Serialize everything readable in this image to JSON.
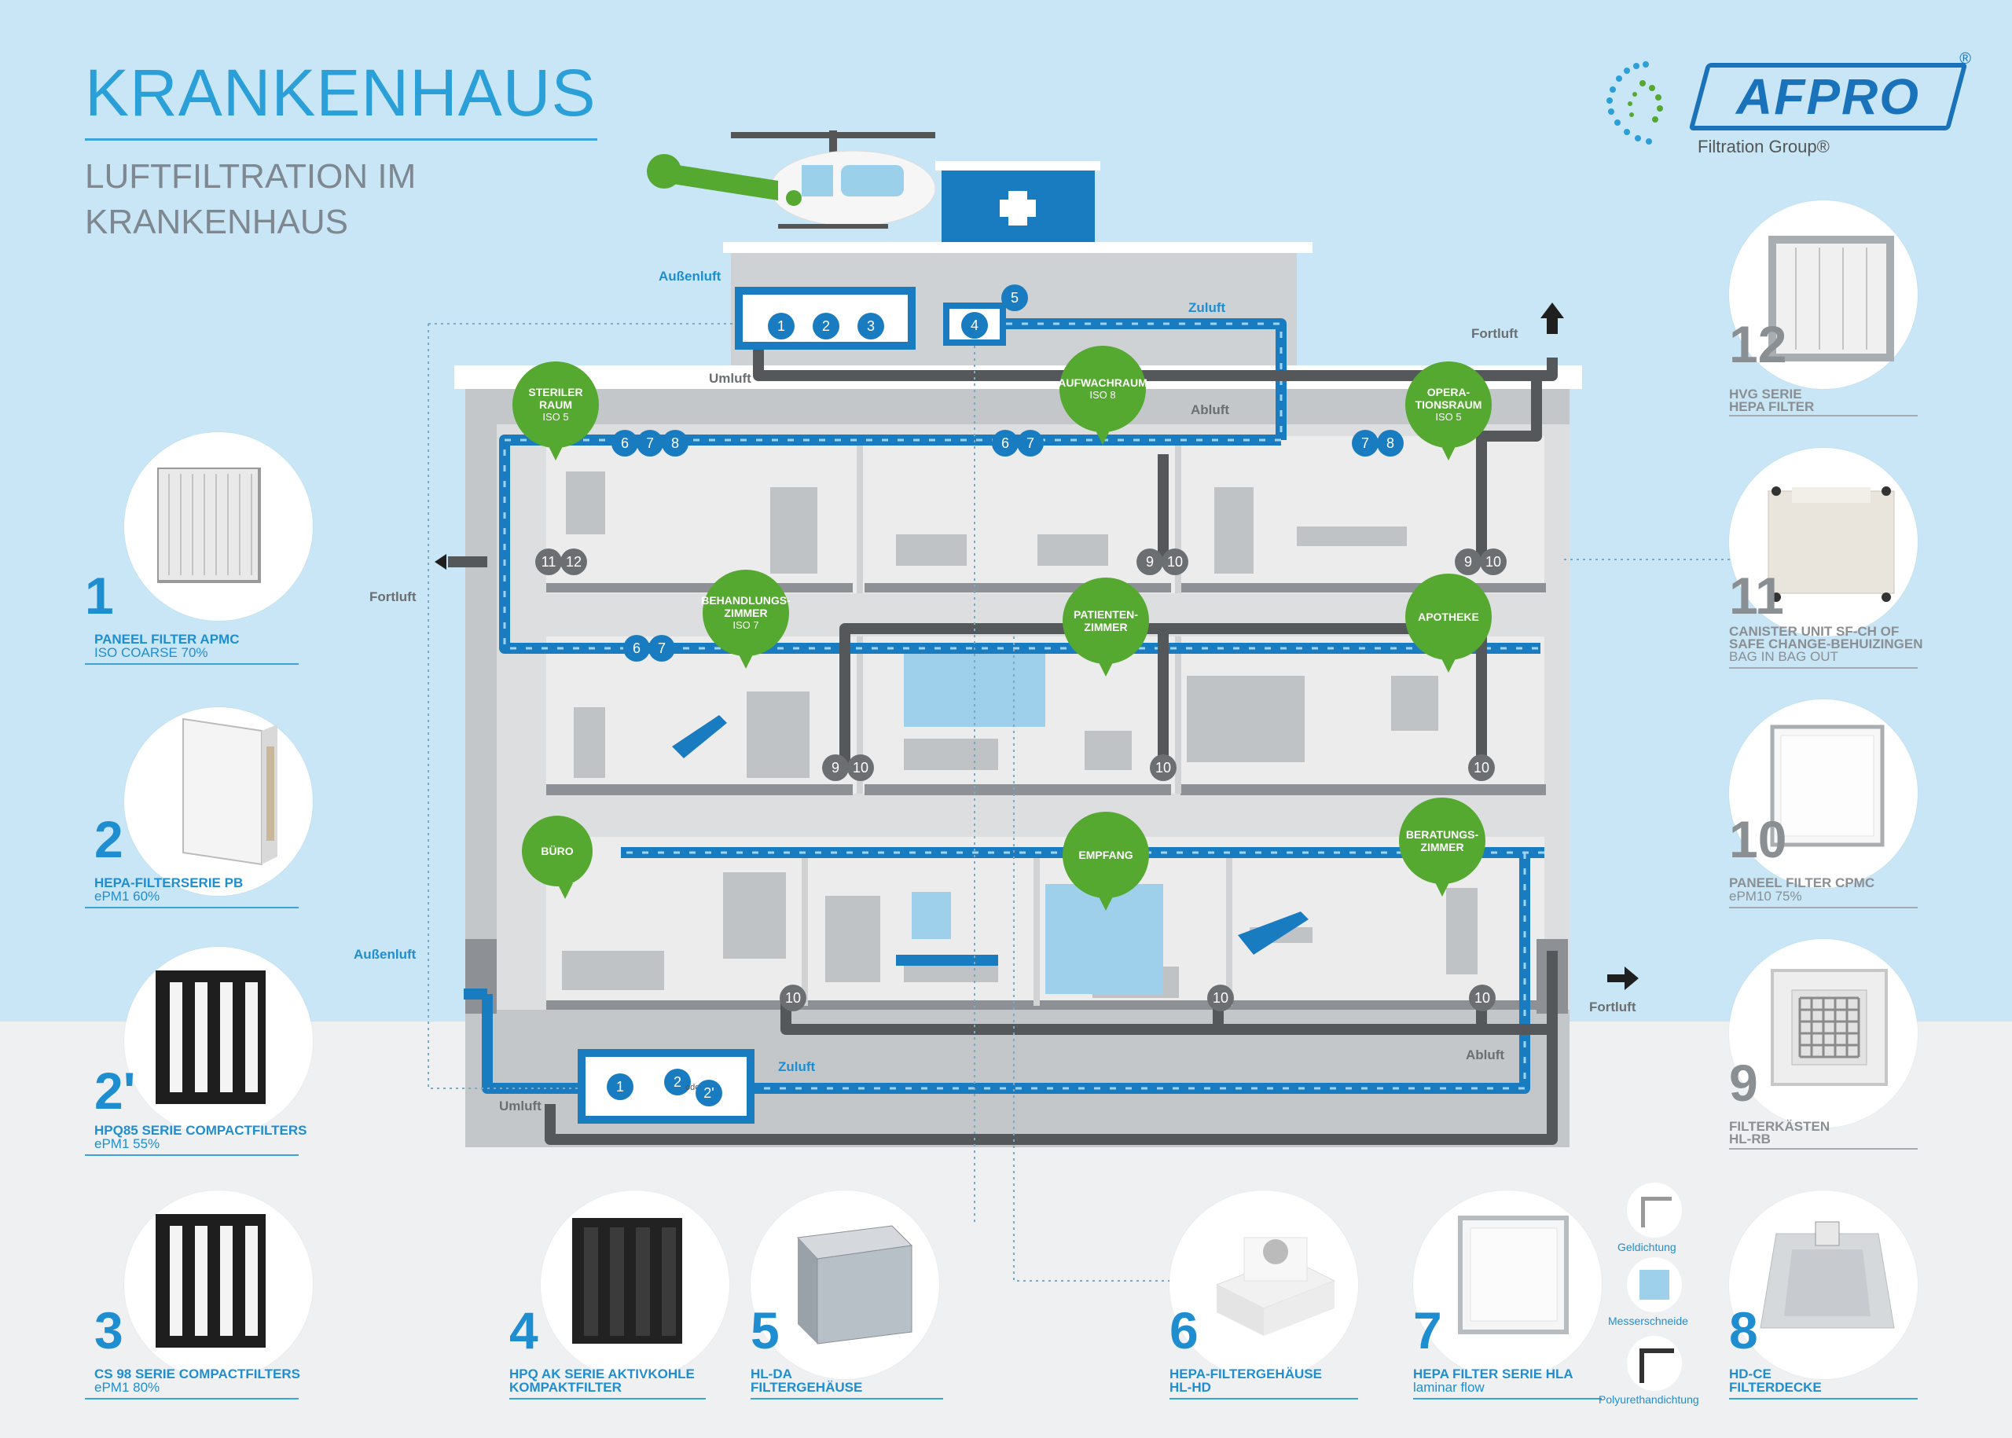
{
  "header": {
    "title": "KRANKENHAUS",
    "subtitle": "LUFTFILTRATION IM KRANKENHAUS"
  },
  "brand": {
    "logo_text": "AFPRO",
    "tagline": "Filtration Group®",
    "registered": "®"
  },
  "colors": {
    "sky": "#c8e6f5",
    "ground": "#eef0f2",
    "primary_blue": "#1f8ed0",
    "green": "#55a830",
    "duct_grey": "#55585b",
    "building_grey": "#c8cbce"
  },
  "flow_labels": {
    "aussenluft_top": "Außenluft",
    "zuluft_top": "Zuluft",
    "umluft_top": "Umluft",
    "abluft_top": "Abluft",
    "fortluft_right_top": "Fortluft",
    "fortluft_left": "Fortluft",
    "aussenluft_bottom": "Außenluft",
    "zuluft_bottom": "Zuluft",
    "umluft_bottom": "Umluft",
    "abluft_bottom": "Abluft",
    "fortluft_right_bottom": "Fortluft",
    "oder": "oder"
  },
  "rooms": [
    {
      "name": "STERILER RAUM",
      "iso": "ISO 5"
    },
    {
      "name": "AUFWACHRAUM",
      "iso": "ISO 8"
    },
    {
      "name": "OPERA-TIONSRAUM",
      "iso": "ISO 5"
    },
    {
      "name": "BEHANDLUNGS-ZIMMER",
      "iso": "ISO 7"
    },
    {
      "name": "PATIENTEN-ZIMMER",
      "iso": ""
    },
    {
      "name": "APOTHEKE",
      "iso": ""
    },
    {
      "name": "BÜRO",
      "iso": ""
    },
    {
      "name": "EMPFANG",
      "iso": ""
    },
    {
      "name": "BERATUNGS-ZIMMER",
      "iso": ""
    }
  ],
  "badges": {
    "ahu_top": [
      "1",
      "2",
      "3"
    ],
    "ahu_top_extra": [
      "4",
      "5"
    ],
    "ahu_bottom": [
      "1",
      "2",
      "2'"
    ],
    "floor3_a": [
      "6",
      "7",
      "8"
    ],
    "floor3_b": [
      "6",
      "7"
    ],
    "floor3_c": [
      "7",
      "8"
    ],
    "floor3_exhaust_a": [
      "11",
      "12"
    ],
    "floor3_exhaust_b": [
      "9",
      "10"
    ],
    "floor3_exhaust_c": [
      "9",
      "10"
    ],
    "floor2_a": [
      "6",
      "7"
    ],
    "floor2_exhaust_a": [
      "9",
      "10"
    ],
    "floor2_exhaust_b": [
      "10"
    ],
    "floor2_exhaust_c": [
      "10"
    ],
    "floor1_exhaust": [
      "10",
      "10",
      "10"
    ]
  },
  "products_left": [
    {
      "number": "1",
      "name": "PANEEL FILTER APMC",
      "spec": "ISO COARSE 70%"
    },
    {
      "number": "2",
      "name": "HEPA-FILTERSERIE PB",
      "spec": "ePM1 60%"
    },
    {
      "number": "2'",
      "name": "HPQ85 SERIE COMPACTFILTERS",
      "spec": "ePM1 55%"
    },
    {
      "number": "3",
      "name": "CS 98 SERIE COMPACTFILTERS",
      "spec": "ePM1 80%"
    }
  ],
  "products_bottom": [
    {
      "number": "4",
      "name": "HPQ AK SERIE AKTIVKOHLE",
      "name2": "KOMPAKTFILTER",
      "spec": ""
    },
    {
      "number": "5",
      "name": "HL-DA",
      "name2": "FILTERGEHÄUSE",
      "spec": ""
    },
    {
      "number": "6",
      "name": "HEPA-FILTERGEHÄUSE",
      "name2": "HL-HD",
      "spec": ""
    },
    {
      "number": "7",
      "name": "HEPA FILTER SERIE HLA",
      "name2": "",
      "spec": "laminar flow"
    },
    {
      "number": "8",
      "name": "HD-CE",
      "name2": "FILTERDECKE",
      "spec": ""
    }
  ],
  "seal_options": [
    "Geldichtung",
    "Messerschneide",
    "Polyurethandichtung"
  ],
  "products_right": [
    {
      "number": "12",
      "name": "HVG SERIE",
      "name2": "HEPA FILTER",
      "spec": ""
    },
    {
      "number": "11",
      "name": "CANISTER UNIT SF-CH OF",
      "name2": "SAFE CHANGE-BEHUIZINGEN",
      "spec": "BAG IN BAG OUT"
    },
    {
      "number": "10",
      "name": "PANEEL FILTER CPMC",
      "name2": "",
      "spec": "ePM10 75%"
    },
    {
      "number": "9",
      "name": "FILTERKÄSTEN",
      "name2": "HL-RB",
      "spec": ""
    }
  ]
}
